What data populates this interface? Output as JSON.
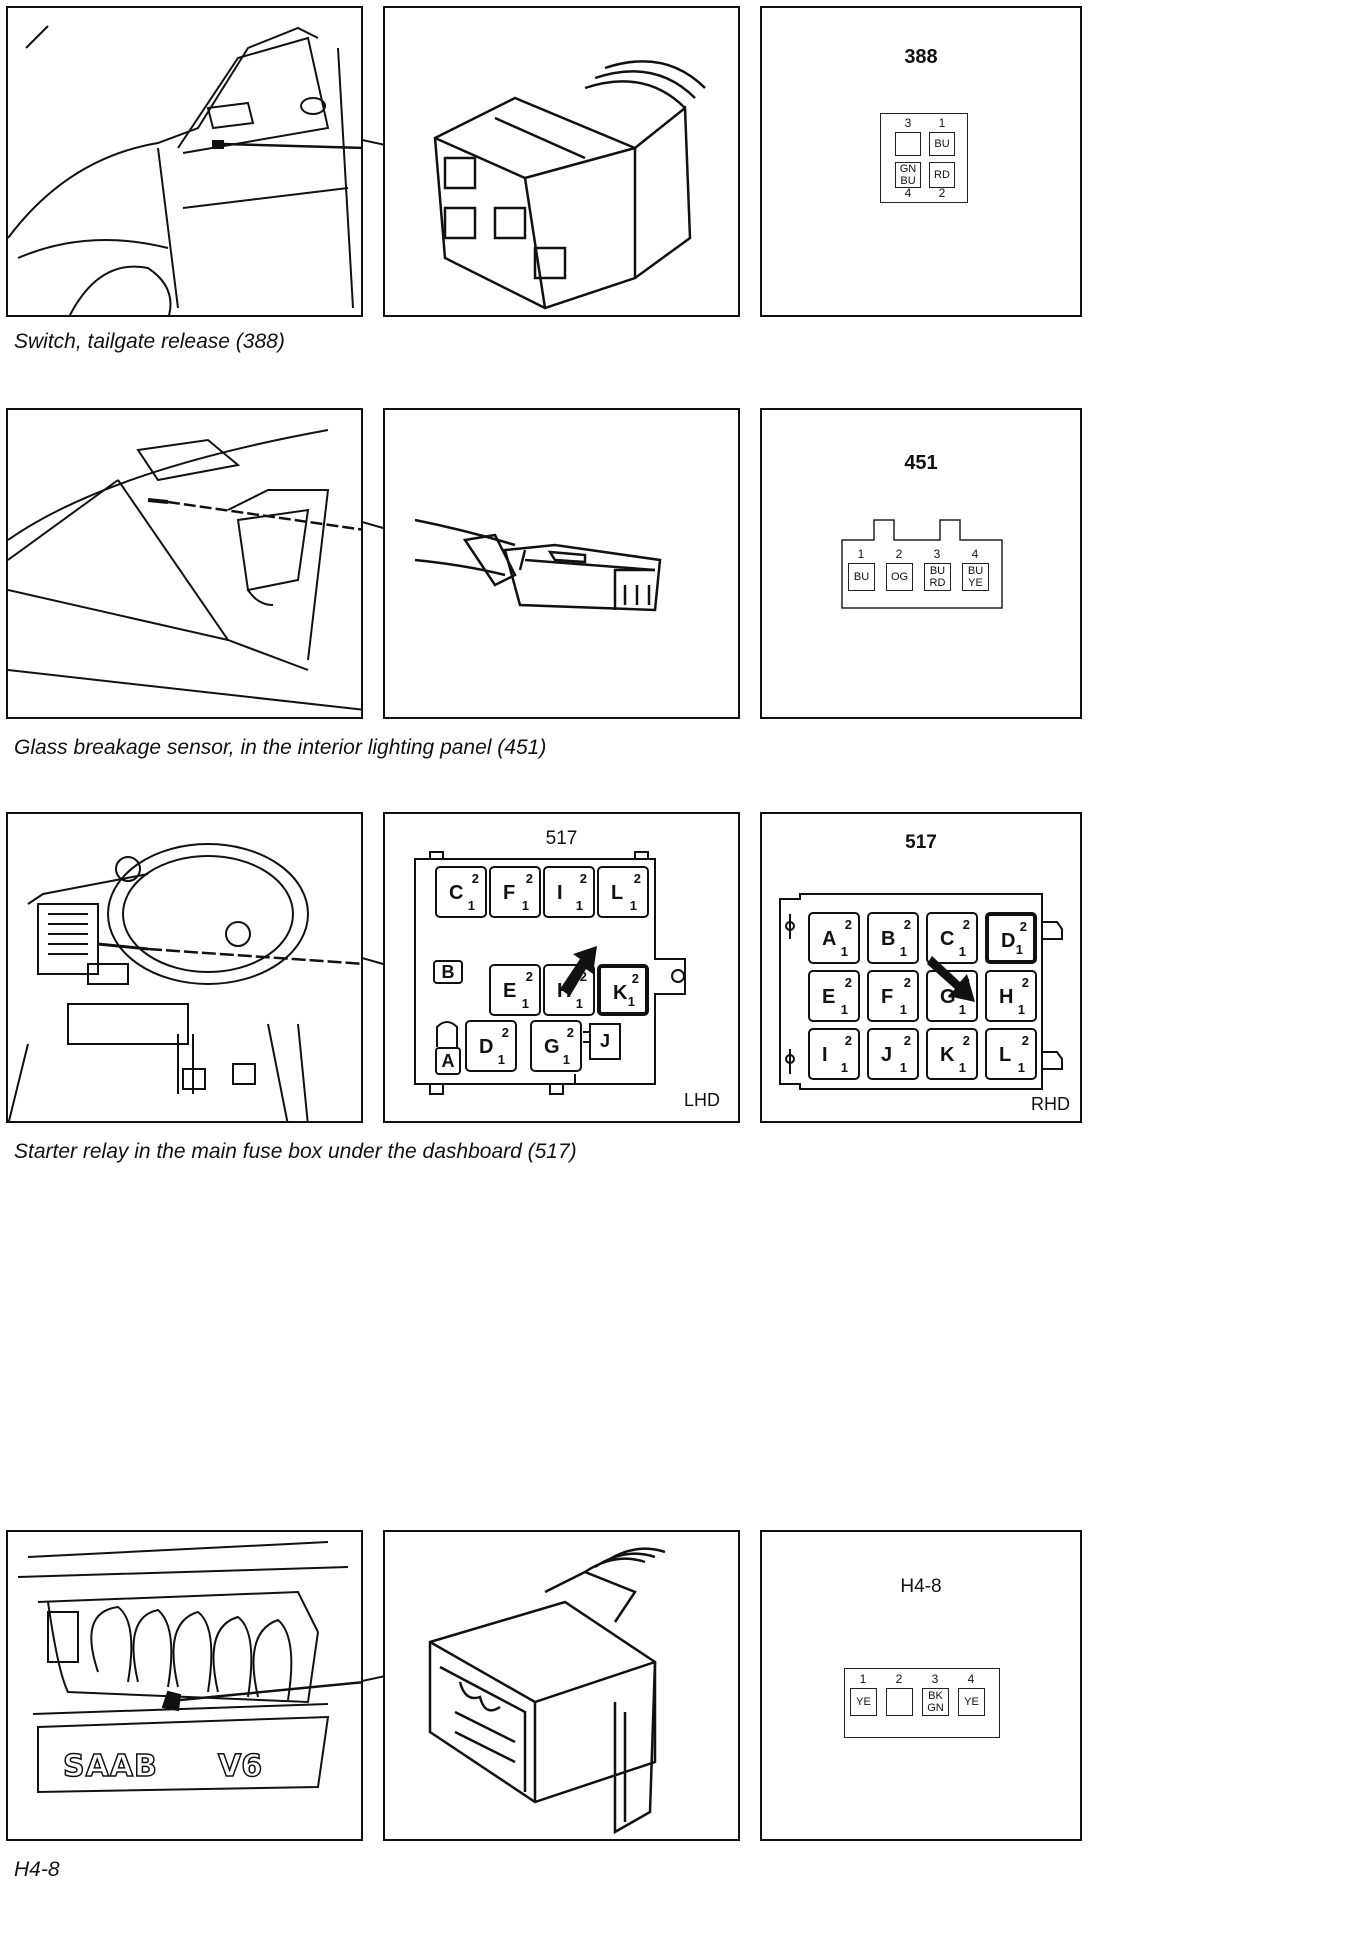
{
  "sections": [
    {
      "caption": "Switch, tailgate release (388)",
      "component_id": "388",
      "connector": {
        "type": "2x2",
        "pins_top": [
          "3",
          "1"
        ],
        "pins_bottom": [
          "4",
          "2"
        ],
        "cells": [
          "",
          "BU",
          "GN BU",
          "RD"
        ]
      }
    },
    {
      "caption": "Glass breakage sensor, in the interior lighting panel (451)",
      "component_id": "451",
      "connector": {
        "type": "1x4",
        "pins": [
          "1",
          "2",
          "3",
          "4"
        ],
        "cells": [
          "BU",
          "OG",
          "BU RD",
          "BU YE"
        ]
      }
    },
    {
      "caption": "Starter relay in the main fuse box under the dashboard (517)",
      "lhd": {
        "id": "517",
        "tag": "LHD",
        "relays": [
          "C",
          "F",
          "I",
          "L",
          "E",
          "H",
          "K",
          "D",
          "G"
        ],
        "boxes": [
          "B",
          "A",
          "J"
        ]
      },
      "rhd": {
        "id": "517",
        "tag": "RHD",
        "relays": [
          "A",
          "B",
          "C",
          "D",
          "E",
          "F",
          "G",
          "H",
          "I",
          "J",
          "K",
          "L"
        ]
      },
      "relay_pin_top": "2",
      "relay_pin_bottom": "1"
    },
    {
      "caption": "H4-8",
      "component_id": "H4-8",
      "engine_badges": [
        "SAAB",
        "V6"
      ],
      "connector": {
        "type": "1x4",
        "pins": [
          "1",
          "2",
          "3",
          "4"
        ],
        "cells": [
          "YE",
          "",
          "BK GN",
          "YE"
        ]
      }
    }
  ]
}
